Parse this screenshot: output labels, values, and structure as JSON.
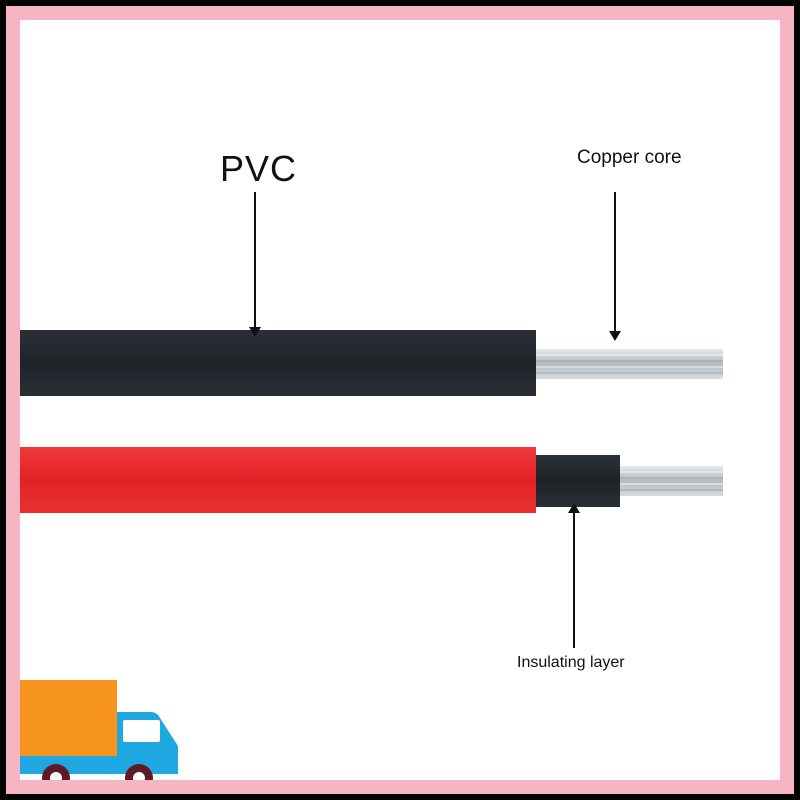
{
  "diagram": {
    "labels": {
      "pvc": "PVC",
      "copper_core": "Copper core",
      "insulating_layer": "Insulating layer"
    },
    "colors": {
      "frame_outer": "#000000",
      "frame_border": "#f4b6c2",
      "background": "#ffffff",
      "black_sheath": "#22262b",
      "red_sheath": "#e8282b",
      "insulation": "#22262b",
      "copper_strand": "#b9bfc4",
      "arrow": "#111111",
      "truck_cargo": "#f7941d",
      "truck_cab": "#1ea7e1",
      "truck_wheel": "#6a1b2a"
    },
    "icons": {
      "shipping": "delivery-truck-icon"
    }
  }
}
